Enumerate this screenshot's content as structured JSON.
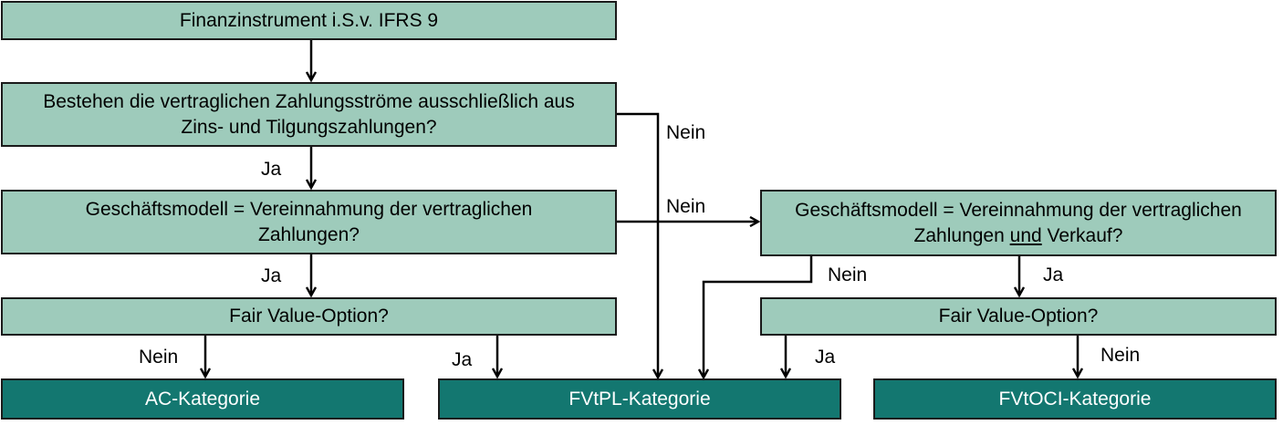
{
  "colors": {
    "question_fill": "#9ecbbb",
    "result_fill": "#137770",
    "border": "#1a1a1a",
    "result_text": "#ffffff"
  },
  "boxes": {
    "start": "Finanzinstrument  i.S.v. IFRS 9",
    "q_cashflows_line1": "Bestehen die vertraglichen Zahlungsströme ausschließlich aus",
    "q_cashflows_line2": "Zins- und Tilgungszahlungen?",
    "q_hold_line1": "Geschäftsmodell = Vereinnahmung  der vertraglichen",
    "q_hold_line2": "Zahlungen?",
    "q_hold_sell_line1": "Geschäftsmodell = Vereinnahmung  der vertraglichen",
    "q_hold_sell_line2_a": "Zahlungen ",
    "q_hold_sell_line2_u": "und",
    "q_hold_sell_line2_b": " Verkauf?",
    "fvo_left": "Fair Value-Option?",
    "fvo_right": "Fair Value-Option?",
    "result_ac": "AC-Kategorie",
    "result_fvtpl": "FVtPL-Kategorie",
    "result_fvtoci": "FVtOCI-Kategorie"
  },
  "labels": {
    "no_cashflows": "Nein",
    "yes_cashflows": "Ja",
    "no_hold": "Nein",
    "yes_hold": "Ja",
    "no_fvo_left": "Nein",
    "yes_fvo_left": "Ja",
    "no_hold_sell": "Nein",
    "yes_hold_sell": "Ja",
    "yes_fvo_right": "Ja",
    "no_fvo_right": "Nein"
  }
}
